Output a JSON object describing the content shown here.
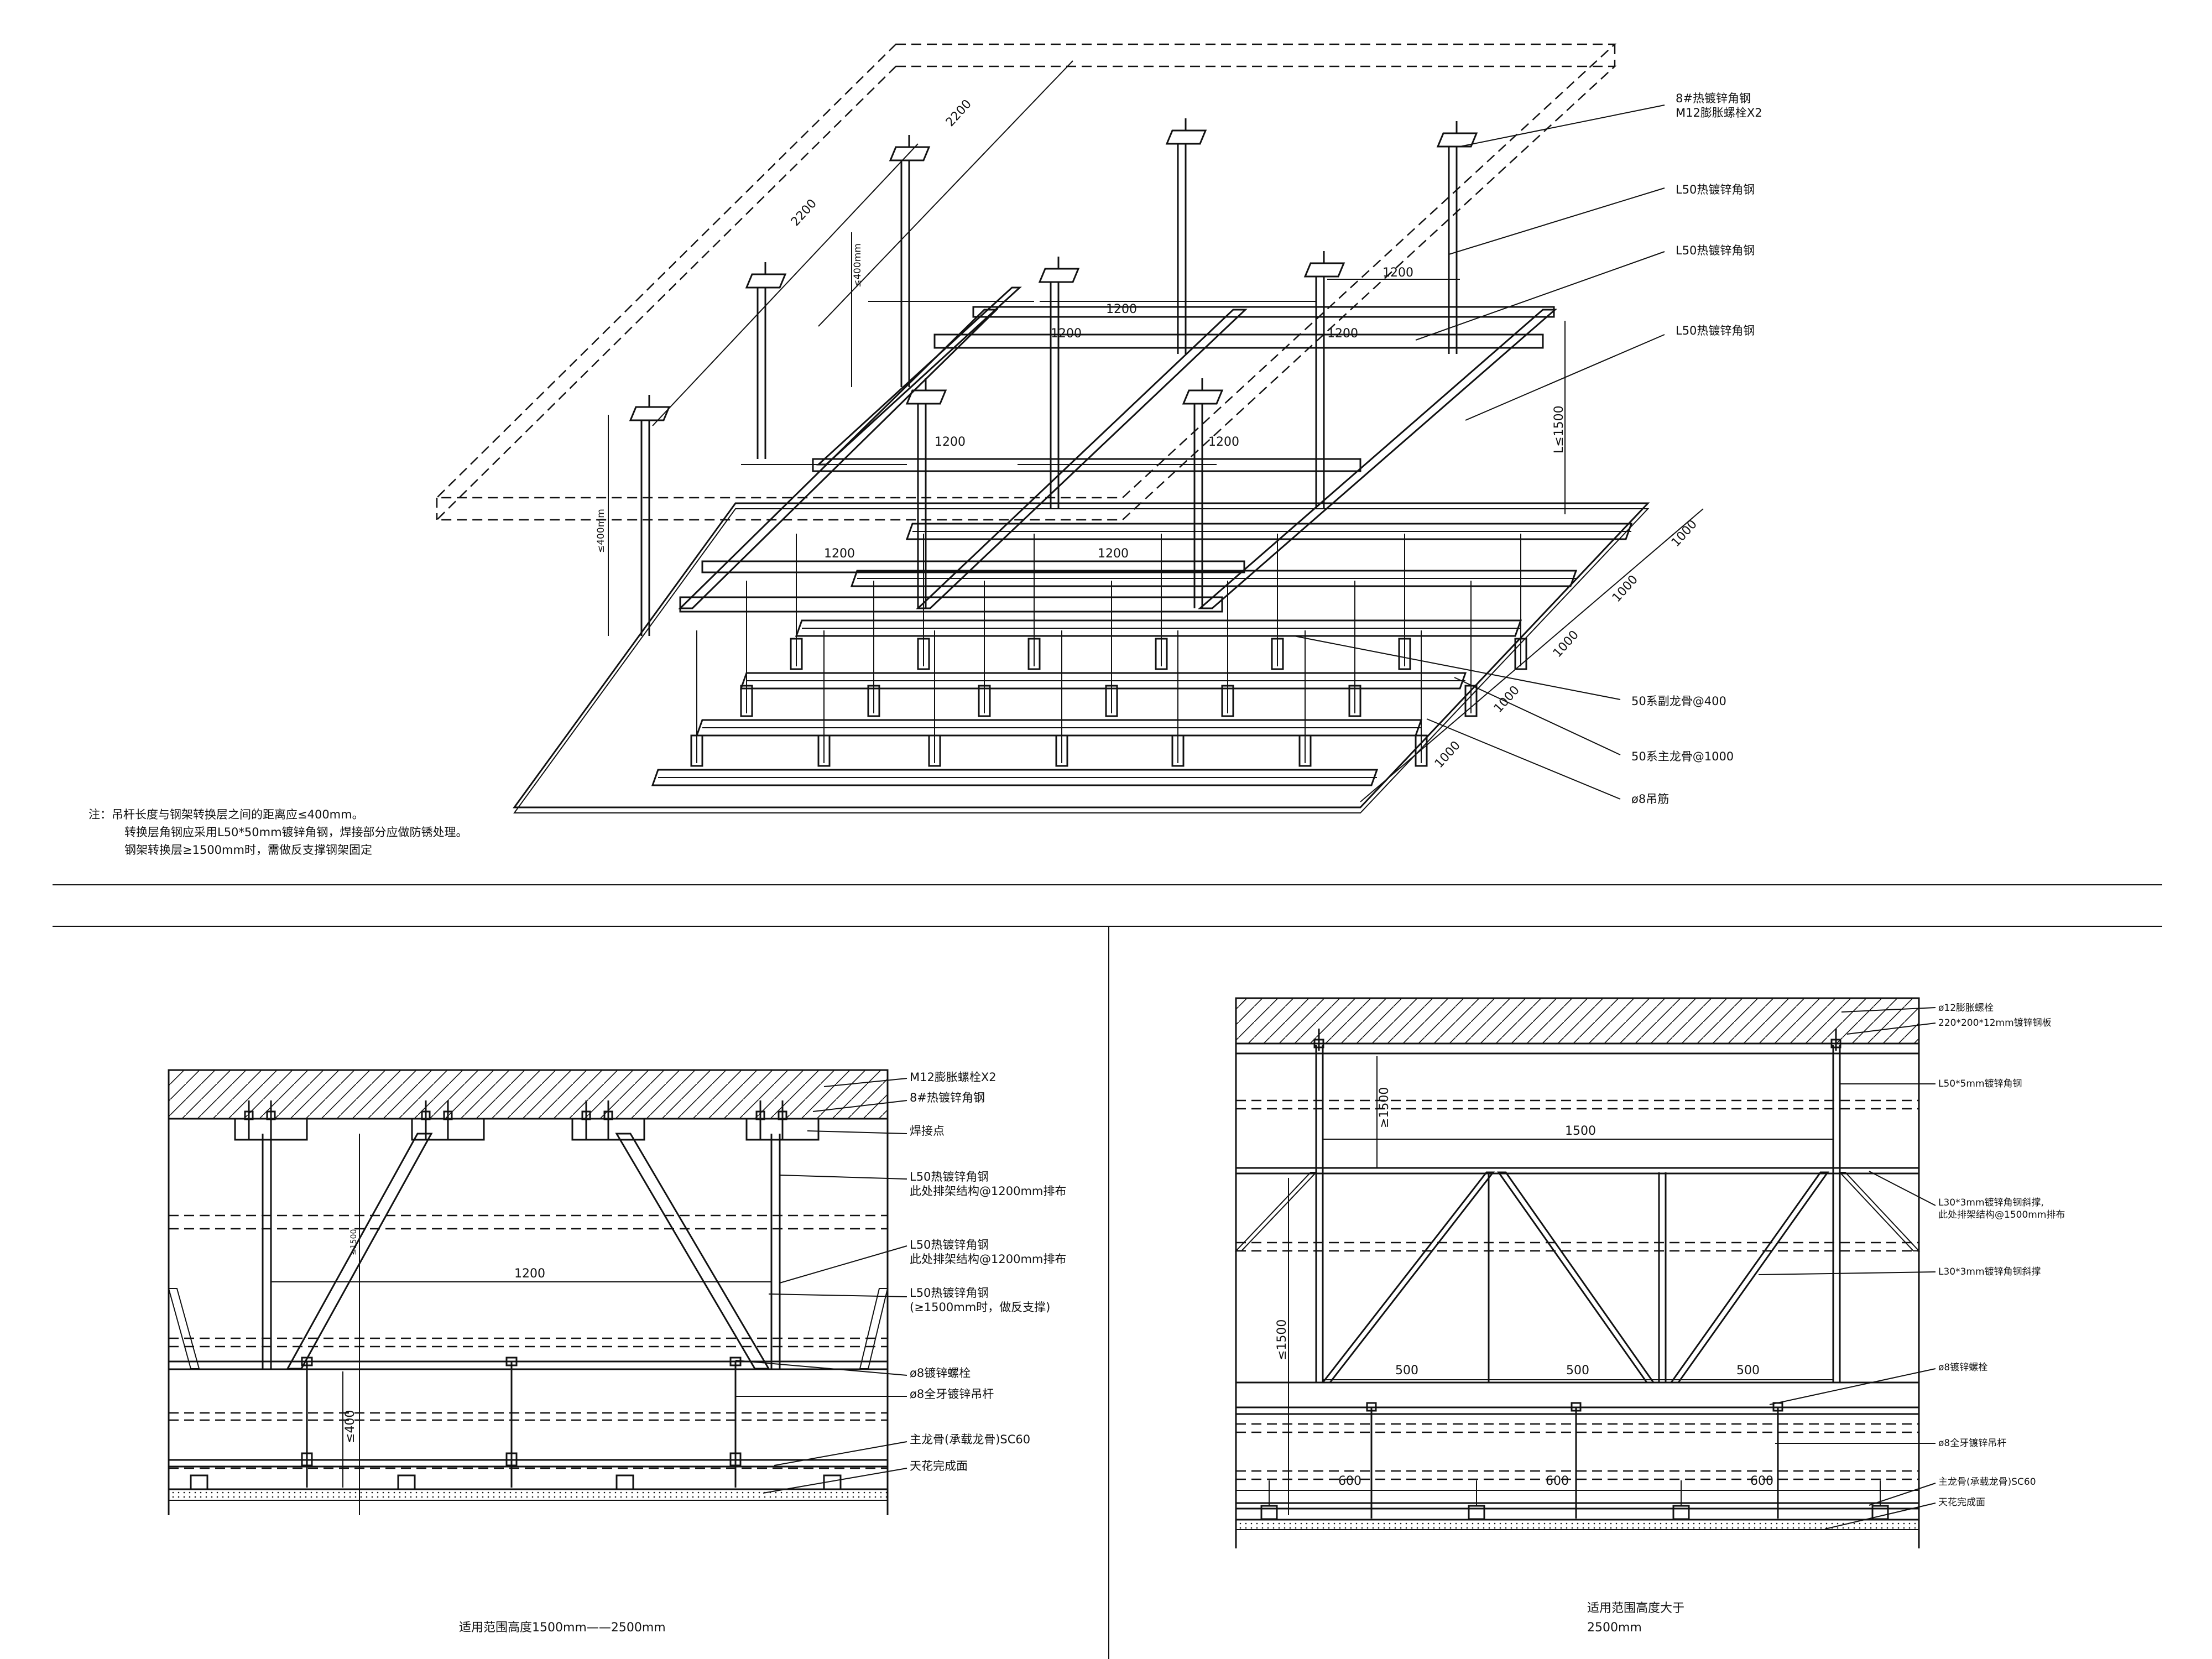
{
  "iso": {
    "dims": {
      "d2200a": "2200",
      "d2200b": "2200",
      "d1200_1": "1200",
      "d1200_2": "1200",
      "d1200_3": "1200",
      "d1200_4": "1200",
      "d1200_5": "1200",
      "d1200_6": "1200",
      "d1200_7": "1200",
      "d1200_8": "1200",
      "dL1500": "L≤1500",
      "d1000_1": "1000",
      "d1000_2": "1000",
      "d1000_3": "1000",
      "d1000_4": "1000",
      "d1000_5": "1000",
      "v1": "≤400mm",
      "v2": "≤400mm"
    },
    "labels": [
      "8#热镀锌角钢\nM12膨胀螺栓X2",
      "L50热镀锌角钢",
      "L50热镀锌角钢",
      "L50热镀锌角钢",
      "50系副龙骨@400",
      "50系主龙骨@1000",
      "ø8吊筋"
    ],
    "notes": [
      "注：吊杆长度与钢架转换层之间的距离应≤400mm。",
      "转换层角钢应采用L50*50mm镀锌角钢，焊接部分应做防锈处理。",
      "钢架转换层≥1500mm时，需做反支撑钢架固定"
    ]
  },
  "left": {
    "labels": [
      "M12膨胀螺栓X2",
      "8#热镀锌角钢",
      "焊接点",
      "L50热镀锌角钢\n此处排架结构@1200mm排布",
      "L50热镀锌角钢\n此处排架结构@1200mm排布",
      "L50热镀锌角钢\n(≥1500mm时，做反支撑)",
      "ø8镀锌螺栓",
      "ø8全牙镀锌吊杆",
      "主龙骨(承载龙骨)SC60",
      "天花完成面"
    ],
    "dims": {
      "h1200": "1200",
      "v400": "≤400",
      "vtot": "≤1500"
    },
    "caption": "适用范围高度1500mm——2500mm"
  },
  "right": {
    "labels": [
      "ø12膨胀螺栓",
      "220*200*12mm镀锌钢板",
      "L50*5mm镀锌角钢",
      "L30*3mm镀锌角钢斜撑,\n此处排架结构@1500mm排布",
      "L30*3mm镀锌角钢斜撑",
      "ø8镀锌螺栓",
      "ø8全牙镀锌吊杆",
      "主龙骨(承载龙骨)SC60",
      "天花完成面"
    ],
    "dims": {
      "h1500": "1500",
      "v1500a": "≥1500",
      "v1500b": "≤1500",
      "d500_1": "500",
      "d500_2": "500",
      "d500_3": "500",
      "d600_1": "600",
      "d600_2": "600",
      "d600_3": "600"
    },
    "caption1": "适用范围高度大于",
    "caption2": "2500mm"
  }
}
